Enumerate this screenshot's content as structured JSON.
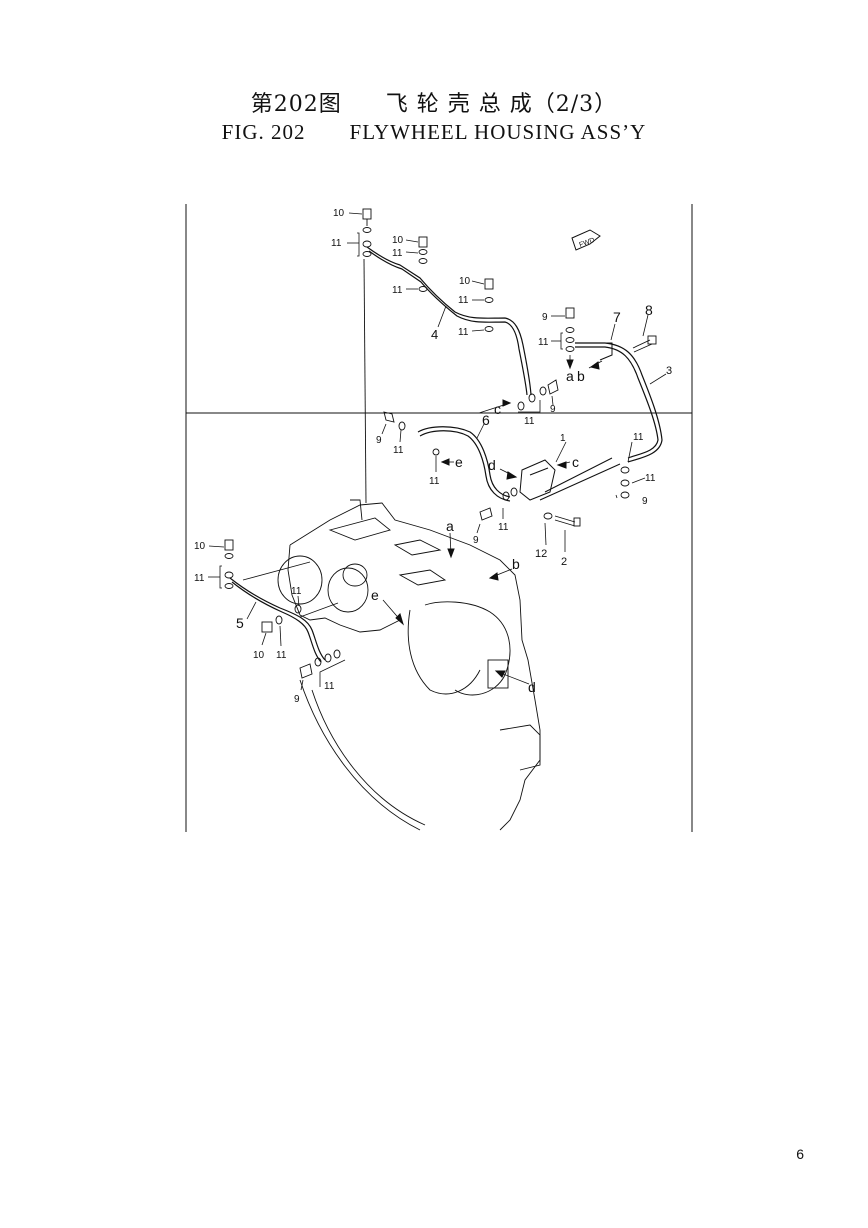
{
  "header": {
    "cn_number": "第202图",
    "cn_title": "飞 轮 壳 总 成（2/3）",
    "en_number": "FIG. 202",
    "en_title": "FLYWHEEL HOUSING ASS’Y"
  },
  "figure": {
    "fwd_marker": "FWD",
    "labels": {
      "l1": "1",
      "l2": "2",
      "l3": "3",
      "l4": "4",
      "l5": "5",
      "l6": "6",
      "l7": "7",
      "l8": "8",
      "l9": "9",
      "l10": "10",
      "l11": "11",
      "l12": "12",
      "la": "a",
      "lb": "b",
      "lc": "c",
      "ld": "d",
      "le": "e"
    }
  },
  "page": {
    "number": "6"
  }
}
